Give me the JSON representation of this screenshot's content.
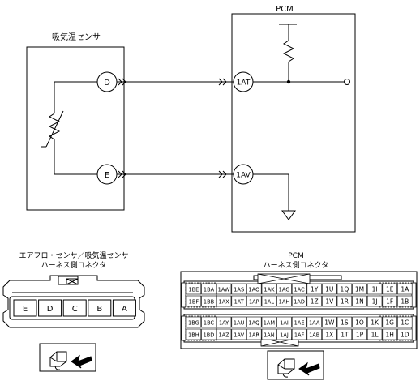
{
  "pcm_title": "PCM",
  "sensor_title": "吸気温センサ",
  "terminals": {
    "sensor_d": "D",
    "sensor_e": "E",
    "pcm_1at": "1AT",
    "pcm_1av": "1AV"
  },
  "sensor_connector": {
    "title_line1": "エアフロ・センサ／吸気温センサ",
    "title_line2": "ハーネス側コネクタ",
    "pins": [
      "E",
      "D",
      "C",
      "B",
      "A"
    ]
  },
  "pcm_connector": {
    "title_line1": "PCM",
    "title_line2": "ハーネス側コネクタ",
    "rows": [
      [
        "1BE",
        "1BA",
        "1AW",
        "1AS",
        "1AO",
        "1AK",
        "1AG",
        "1AC",
        "1Y",
        "1U",
        "1Q",
        "1M",
        "1I",
        "1E",
        "1A"
      ],
      [
        "1BF",
        "1BB",
        "1AX",
        "1AT",
        "1AP",
        "1AL",
        "1AH",
        "1AD",
        "1Z",
        "1V",
        "1R",
        "1N",
        "1J",
        "1F",
        "1B"
      ],
      [
        "1BG",
        "1BC",
        "1AY",
        "1AU",
        "1AQ",
        "1AM",
        "1AI",
        "1AE",
        "1AA",
        "1W",
        "1S",
        "1O",
        "1K",
        "1G",
        "1C"
      ],
      [
        "1BH",
        "1BD",
        "1AZ",
        "1AV",
        "1AR",
        "1AN",
        "1AJ",
        "1AF",
        "1AB",
        "1X",
        "1T",
        "1P",
        "1L",
        "1H",
        "1D"
      ]
    ]
  },
  "colors": {
    "line": "#000000",
    "background": "#ffffff"
  },
  "icons": [
    "resistor-symbol",
    "thermistor-symbol",
    "ground-symbol",
    "connector-view-icon"
  ]
}
